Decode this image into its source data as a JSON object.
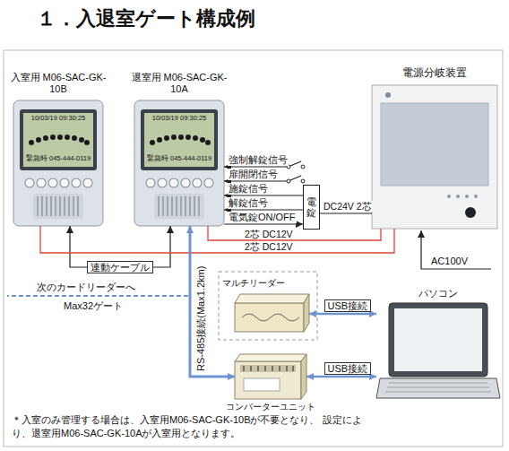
{
  "diagram": {
    "title": "１．入退室ゲート構成例",
    "nodes": [
      {
        "text": [
          "入室用 M06-SAC-GK-10B",
          "10/03/19 09:30:25",
          "緊急時 045-444-0119"
        ]
      },
      {
        "text": [
          "退室用 M06-SAC-GK-10A",
          "10/03/19 09:30:25",
          "緊急時 045-444-0119"
        ]
      },
      {
        "text": [
          "電源分岐装置"
        ]
      },
      {
        "text": [
          "電錠"
        ]
      },
      {
        "text": [
          "マルチリーダー"
        ]
      },
      {
        "text": [
          "コンバーターユニット"
        ]
      },
      {
        "text": [
          "パソコン"
        ]
      }
    ],
    "edges": [
      {
        "from": 0,
        "to": 1,
        "arrow": "both",
        "label": "連動ケーブル"
      },
      {
        "from": 3,
        "to": 1,
        "arrow": "to",
        "label": "施錠信号"
      },
      {
        "from": 3,
        "to": 1,
        "arrow": "to",
        "label": "解錠信号"
      },
      {
        "from": 1,
        "to": 3,
        "arrow": "to",
        "label": "電気錠ON/OFF"
      },
      {
        "from": 2,
        "to": 3,
        "arrow": "none",
        "label": "DC24V 2芯"
      },
      {
        "from": 2,
        "to": 1,
        "arrow": "none",
        "label": "2芯 DC12V"
      },
      {
        "from": 2,
        "to": 0,
        "arrow": "none",
        "label": "2芯 DC12V"
      },
      {
        "from": 1,
        "to": 5,
        "arrow": "both",
        "label": "RS-485接続(Max1.2km)"
      },
      {
        "from": 4,
        "to": 6,
        "arrow": "both",
        "label": "USB接続"
      },
      {
        "from": 5,
        "to": 6,
        "arrow": "both",
        "label": "USB接続"
      }
    ],
    "labels": [
      "強制解錠信号",
      "扉開閉信号",
      "次のカードリーダーへ",
      "Max32ゲート",
      "AC100V",
      "＊入室のみ管理する場合は、入室用M06-SAC-GK-10Bが不要となり、 設定により、退室用M06-SAC-GK-10Aが入室用となります。"
    ]
  }
}
